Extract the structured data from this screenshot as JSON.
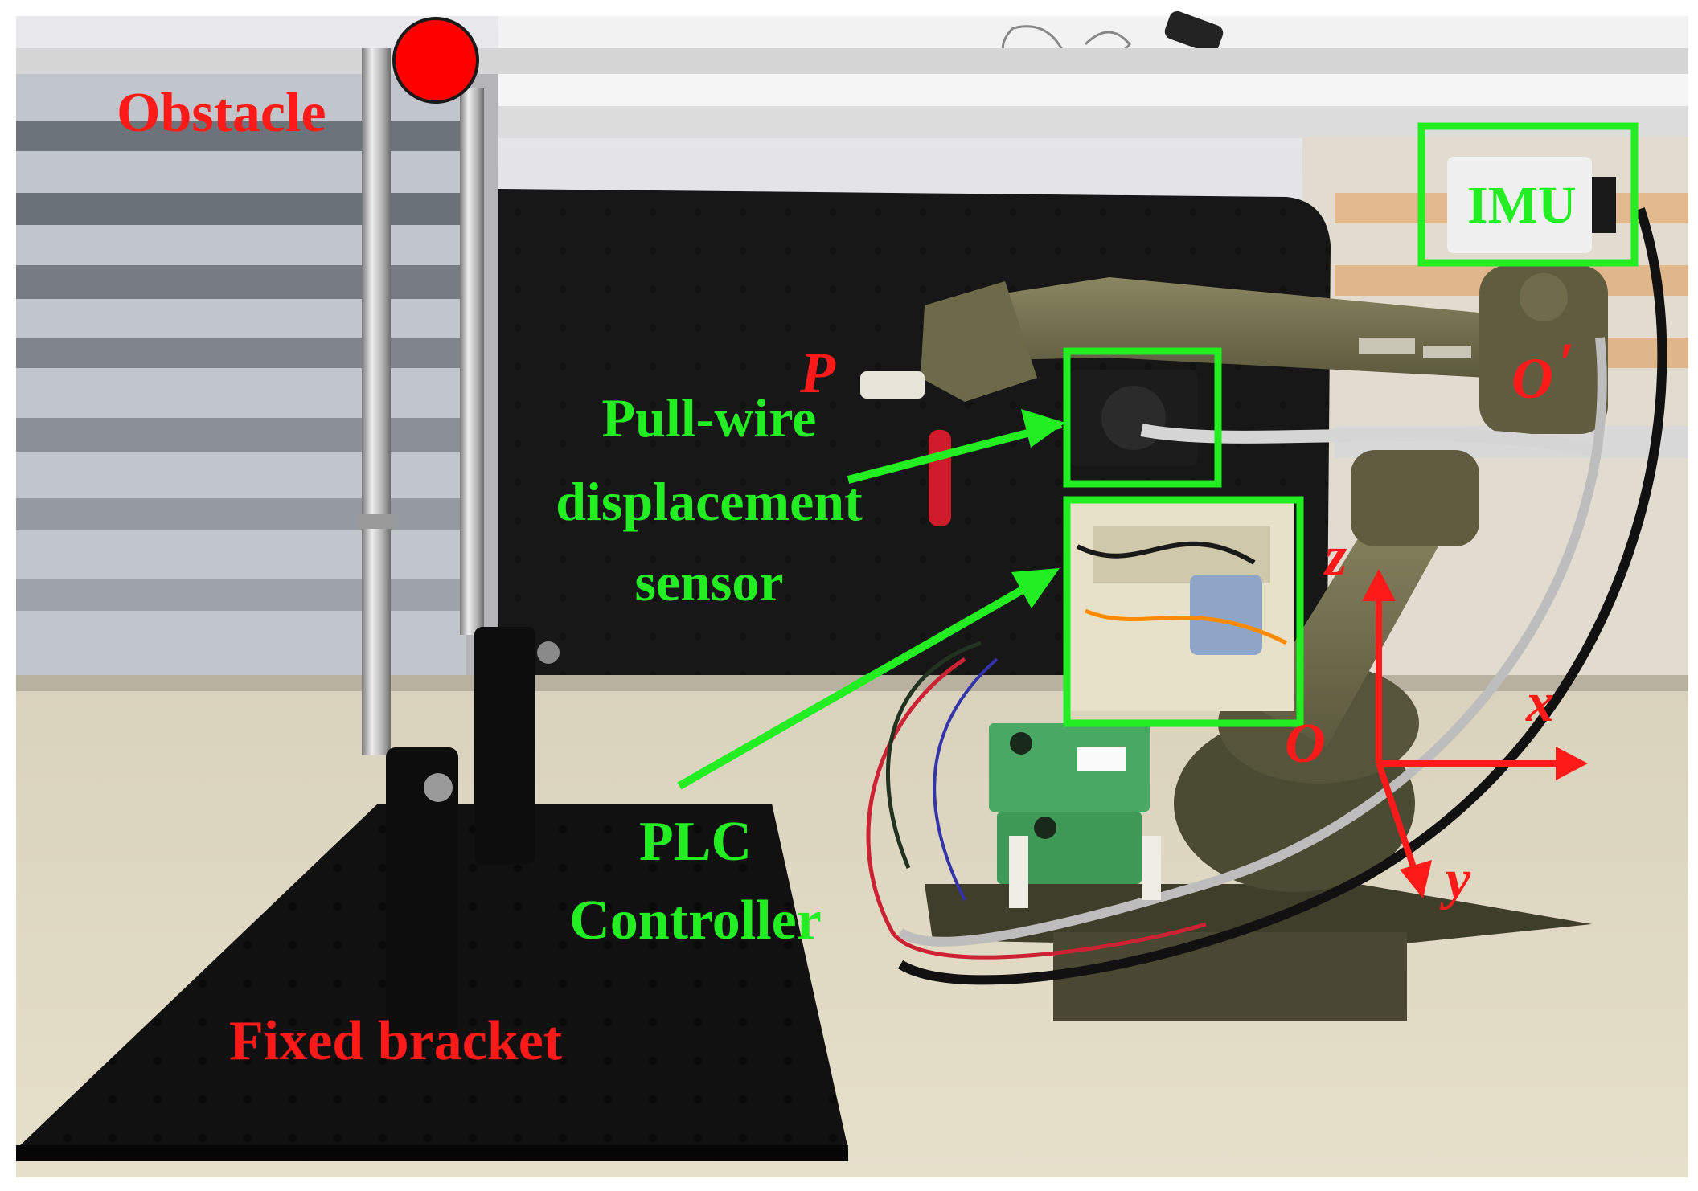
{
  "annotations": {
    "obstacle": "Obstacle",
    "fixed_bracket": "Fixed bracket",
    "imu": "IMU",
    "pull_wire_line1": "Pull-wire",
    "pull_wire_line2": "displacement",
    "pull_wire_line3": "sensor",
    "plc_line1": "PLC",
    "plc_line2": "Controller",
    "point_p": "P",
    "origin_o": "O",
    "origin_o_prime": "O",
    "prime_mark": "′",
    "axis_x": "x",
    "axis_y": "y",
    "axis_z": "z"
  },
  "colors": {
    "label_red": "#ff1a1a",
    "label_green": "#22ee22",
    "obstacle_marker": "#ff0000"
  },
  "scene": {
    "description_icons": [
      "robot-arm-icon",
      "optical-breadboard-icon",
      "bracket-rod-icon"
    ]
  }
}
